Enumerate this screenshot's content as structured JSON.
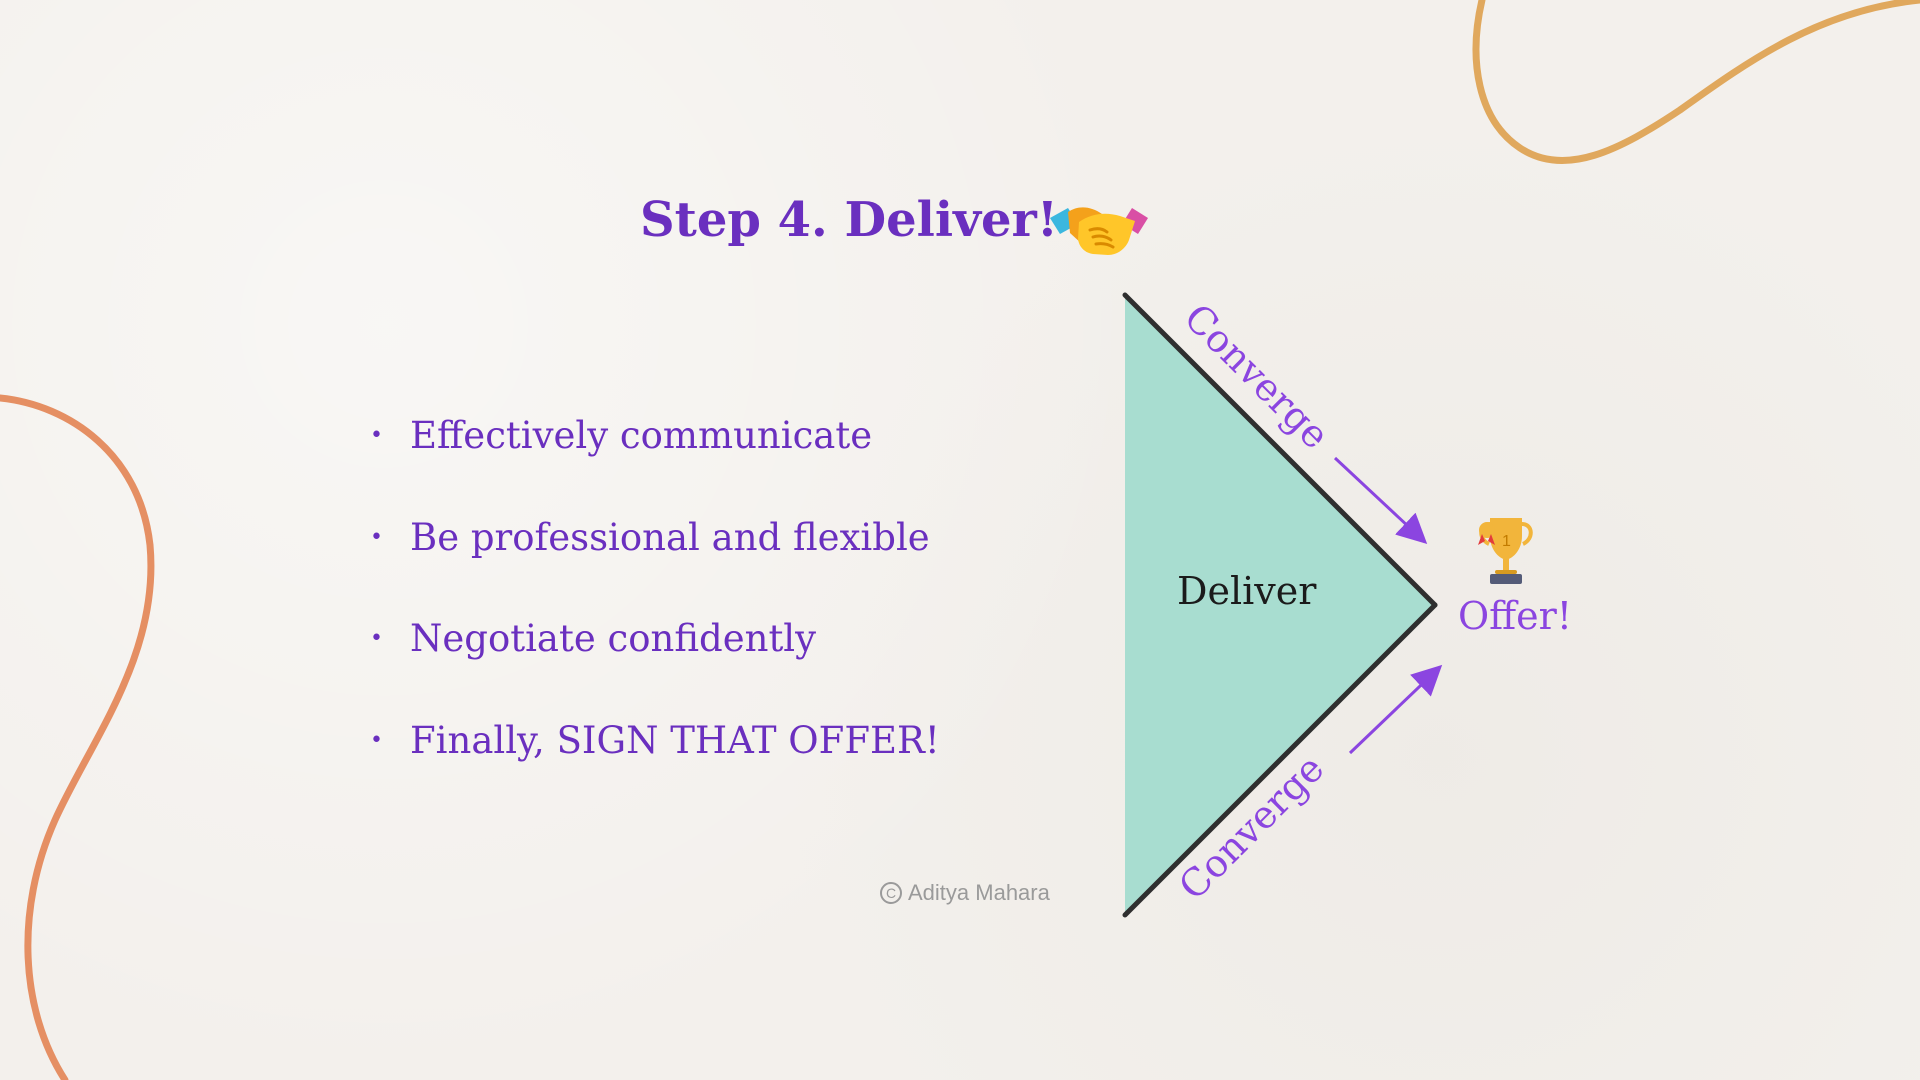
{
  "title": "Step 4. Deliver!",
  "bullets": [
    "Effectively communicate",
    "Be professional and flexible",
    "Negotiate confidently",
    "Finally, SIGN THAT OFFER!"
  ],
  "diagram": {
    "center_label": "Deliver",
    "top_label": "Converge",
    "bottom_label": "Converge",
    "result_label": "Offer!"
  },
  "credit": {
    "symbol": "C",
    "name": "Aditya Mahara"
  },
  "icons": {
    "title_icon": "handshake-icon",
    "result_icon": "trophy-icon"
  },
  "colors": {
    "background": "#f3f0ec",
    "title_purple": "#6a2fbf",
    "arrow_purple": "#8b45e0",
    "triangle_fill": "#a8ddd0",
    "outline": "#2f2f2f",
    "left_curve": "#e58f63",
    "right_curve": "#e0a85d",
    "credit_gray": "#9a9a9a"
  }
}
